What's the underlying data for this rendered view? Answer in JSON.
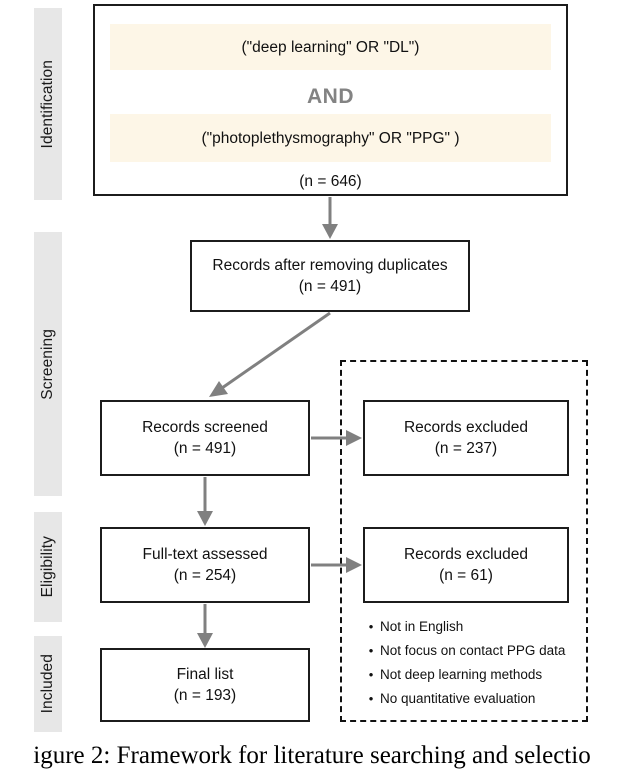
{
  "figure": {
    "caption": "igure 2: Framework for literature searching and selectio"
  },
  "stages": [
    {
      "label": "Identification"
    },
    {
      "label": "Screening"
    },
    {
      "label": "Eligibility"
    },
    {
      "label": "Included"
    }
  ],
  "search_query": {
    "term1": "(\"deep learning\" OR \"DL\")",
    "operator": "AND",
    "term2": "(\"photoplethysmography\" OR \"PPG\" )",
    "count": "(n = 646)"
  },
  "nodes": {
    "duplicates": {
      "label": "Records after removing duplicates",
      "count": "(n = 491)"
    },
    "screened": {
      "label": "Records screened",
      "count": "(n = 491)"
    },
    "excluded_screening": {
      "label": "Records excluded",
      "count": "(n = 237)"
    },
    "fulltext": {
      "label": "Full-text assessed",
      "count": "(n = 254)"
    },
    "excluded_fulltext": {
      "label": "Records excluded",
      "count": "(n = 61)"
    },
    "final": {
      "label": "Final list",
      "count": "(n = 193)"
    }
  },
  "exclusion_reasons": [
    {
      "bullet": "•",
      "text": "Not in English"
    },
    {
      "bullet": "•",
      "text": "Not focus on contact PPG data"
    },
    {
      "bullet": "•",
      "text": "Not deep learning methods"
    },
    {
      "bullet": "•",
      "text": "No quantitative evaluation"
    }
  ],
  "colors": {
    "stage_bar": "#e7e7e7",
    "highlight_band": "#fdf6e7",
    "arrow": "#808080",
    "border": "#1c1c1c",
    "operator_text": "#838383"
  }
}
